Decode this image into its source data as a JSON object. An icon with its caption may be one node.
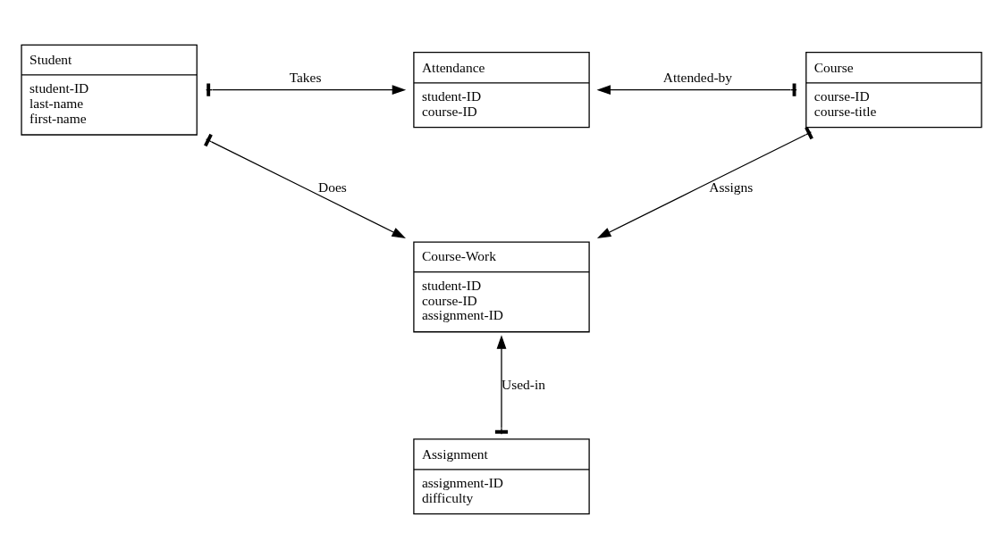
{
  "diagram": {
    "nodes": [
      {
        "text": [
          "Student",
          "student-ID",
          "last-name",
          "first-name"
        ]
      },
      {
        "text": [
          "Attendance",
          "student-ID",
          "course-ID"
        ]
      },
      {
        "text": [
          "Course",
          "course-ID",
          "course-title"
        ]
      },
      {
        "text": [
          "Course-Work",
          "student-ID",
          "course-ID",
          "assignment-ID"
        ]
      },
      {
        "text": [
          "Assignment",
          "assignment-ID",
          "difficulty"
        ]
      }
    ],
    "edges": [
      {
        "from": 0,
        "to": 1,
        "arrow": "to",
        "label": "Takes"
      },
      {
        "from": 2,
        "to": 1,
        "arrow": "to",
        "label": "Attended-by"
      },
      {
        "from": 0,
        "to": 3,
        "arrow": "to",
        "label": "Does"
      },
      {
        "from": 2,
        "to": 3,
        "arrow": "to",
        "label": "Assigns"
      },
      {
        "from": 4,
        "to": 3,
        "arrow": "to",
        "label": "Used-in"
      }
    ]
  }
}
